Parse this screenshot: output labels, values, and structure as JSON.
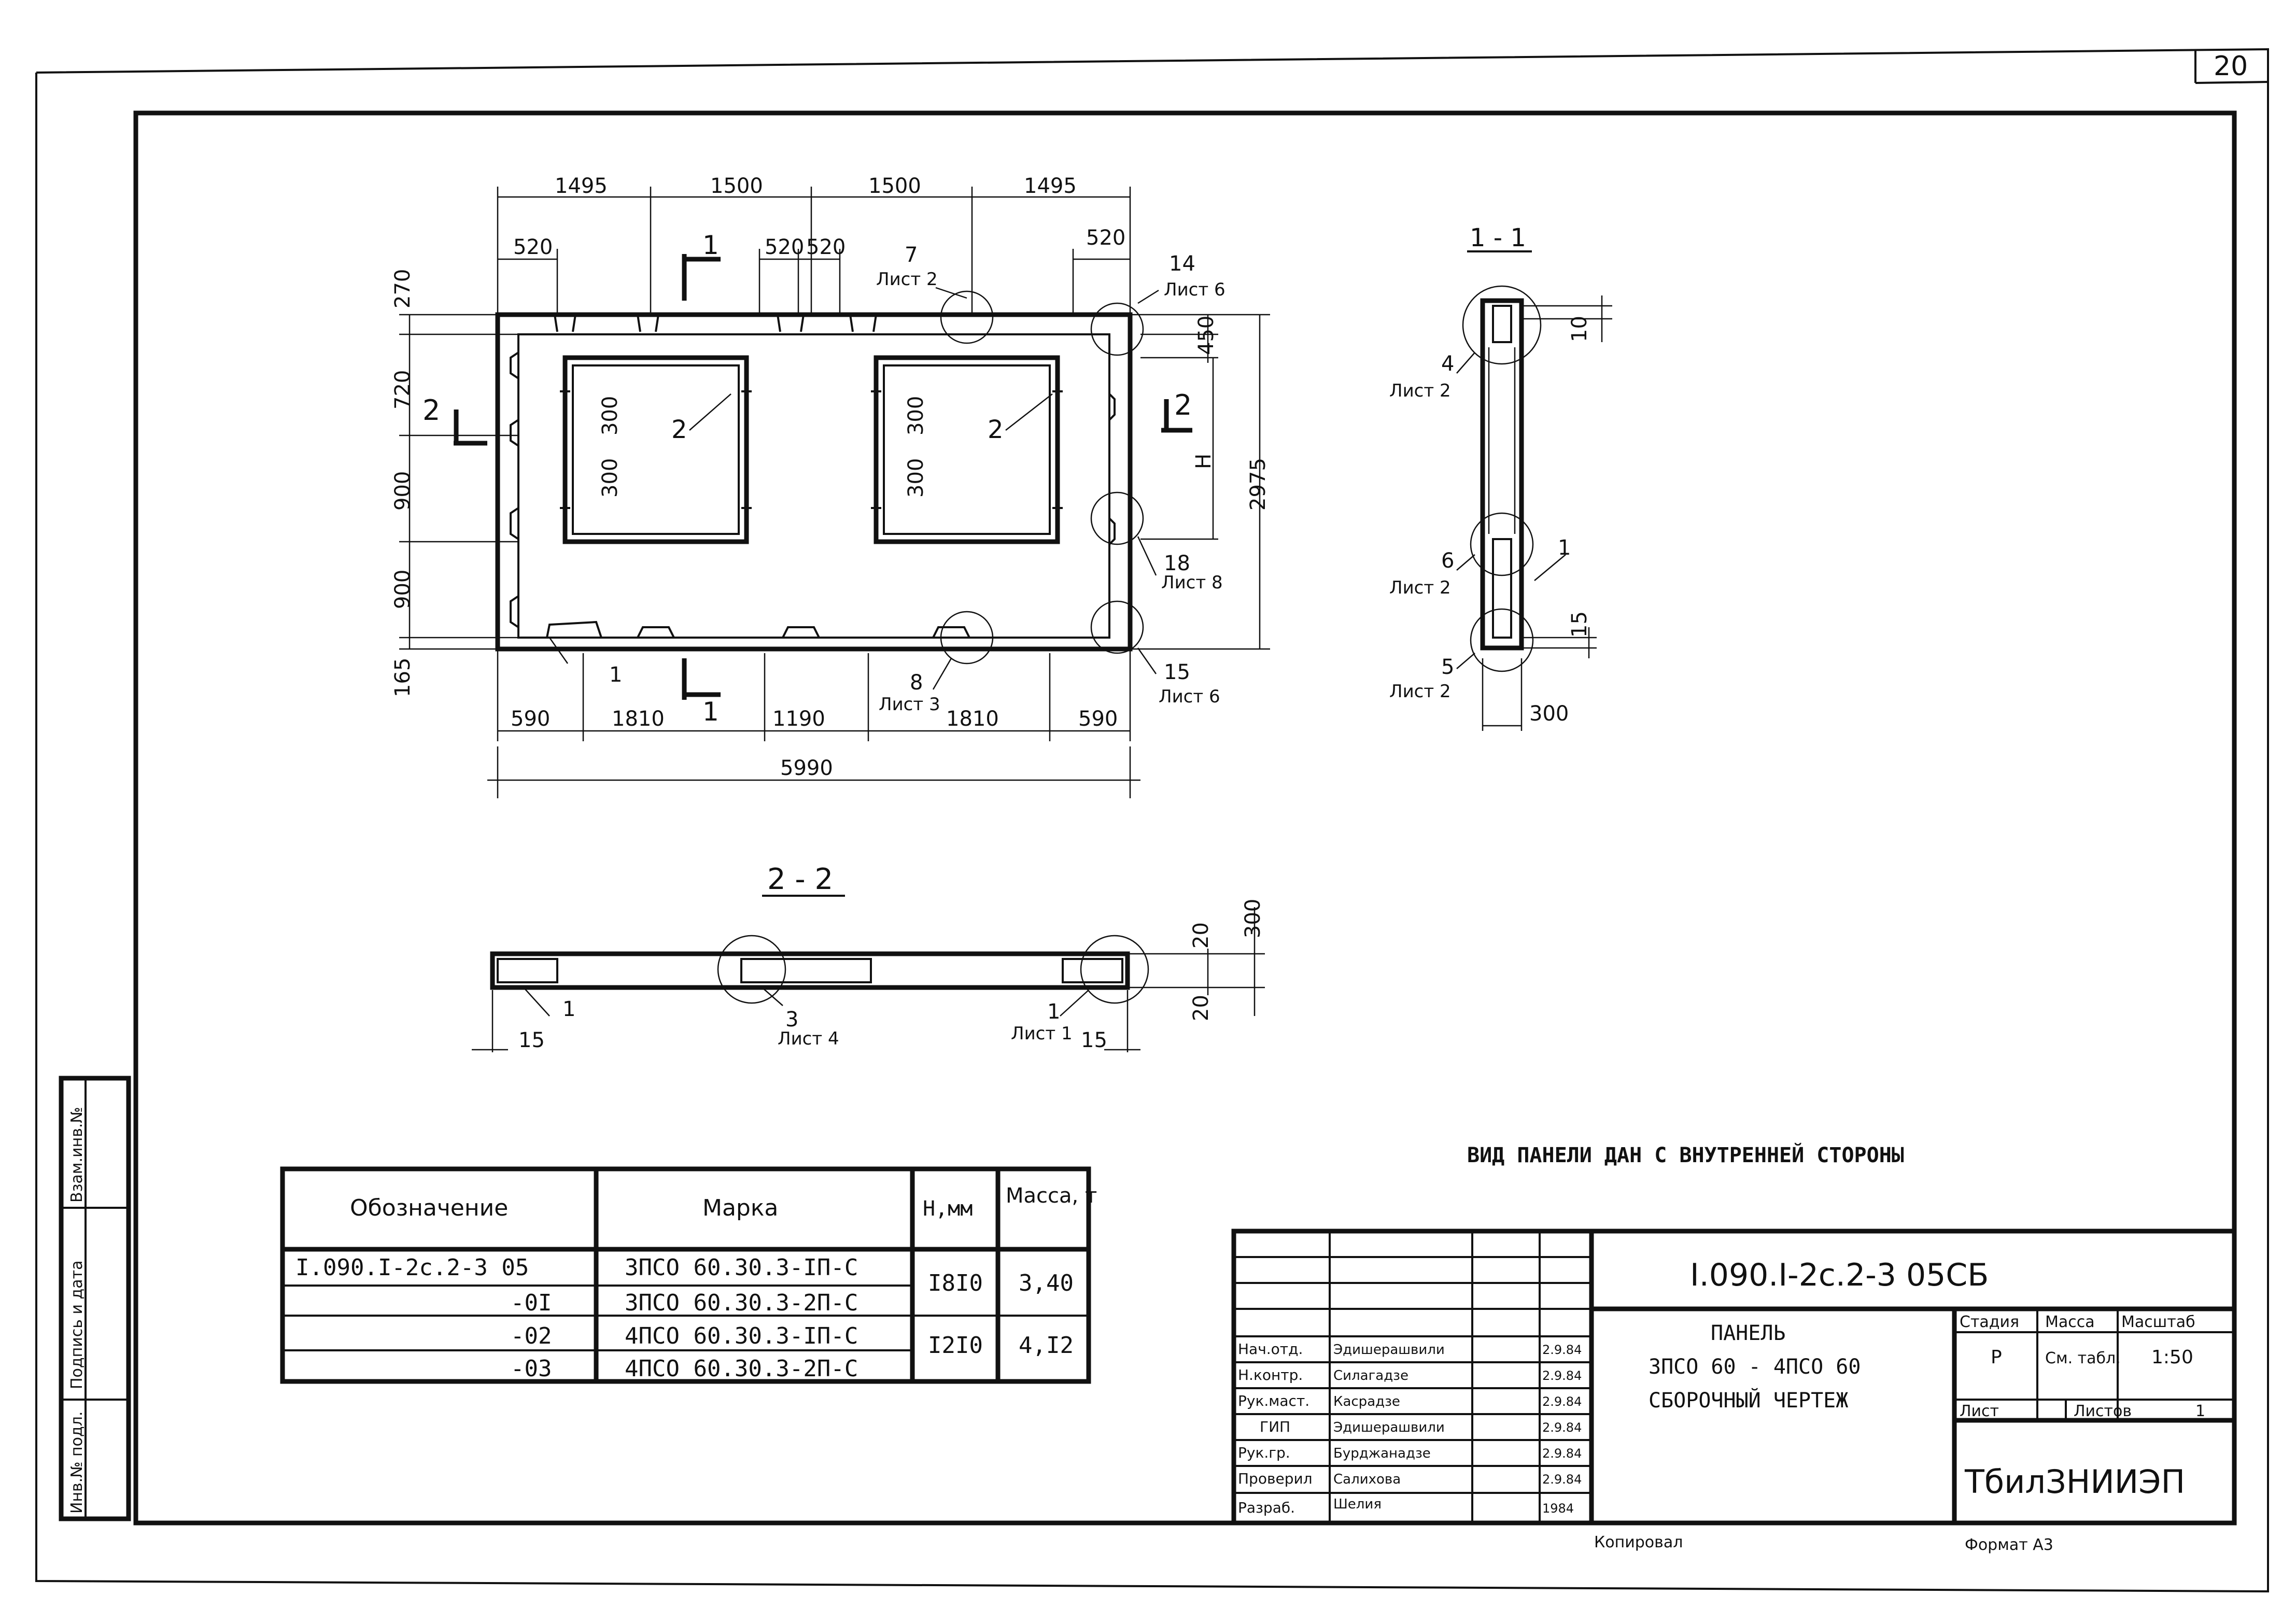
{
  "sheet_number": "20",
  "plan": {
    "dims_top_row1": [
      "1495",
      "1500",
      "1500",
      "1495"
    ],
    "dims_top_row2": [
      "520",
      "520",
      "520",
      "520"
    ],
    "dims_left": [
      "270",
      "720",
      "900",
      "900",
      "165"
    ],
    "dims_bottom_row1": [
      "590",
      "1810",
      "1190",
      "1810",
      "590"
    ],
    "dims_bottom_total": "5990",
    "dim_right_small": "450",
    "dim_right_H": "H",
    "dim_right_total": "2975",
    "opening_dims": [
      "300",
      "300",
      "300",
      "300"
    ],
    "section_marks": {
      "s1": "1",
      "s2": "2"
    },
    "labels": {
      "window_pos": "2",
      "pos1": "1",
      "call7_num": "7",
      "call7_sheet": "Лист 2",
      "call14_num": "14",
      "call14_sheet": "Лист 6",
      "call18_num": "18",
      "call18_sheet": "Лист 8",
      "call15_num": "15",
      "call15_sheet": "Лист 6",
      "call8_num": "8",
      "call8_sheet": "Лист 3"
    }
  },
  "section_1_1": {
    "title": "1 - 1",
    "c4_num": "4",
    "c4_sheet": "Лист 2",
    "c6_num": "6",
    "c6_sheet": "Лист 2",
    "c5_num": "5",
    "c5_sheet": "Лист 2",
    "pos1": "1",
    "dim_10": "10",
    "dim_15": "15",
    "dim_300": "300"
  },
  "section_2_2": {
    "title": "2 - 2",
    "dim_300": "300",
    "dim_20a": "20",
    "dim_20b": "20",
    "dim_15a": "15",
    "dim_15b": "15",
    "pos1a": "1",
    "c3_num": "3",
    "c3_sheet": "Лист 4",
    "c1_num": "1",
    "c1_sheet": "Лист 1"
  },
  "note": "ВИД ПАНЕЛИ ДАН С ВНУТРЕННЕЙ СТОРОНЫ",
  "spec_table": {
    "headers": [
      "Обозначение",
      "Марка",
      "Н,мм",
      "Масса, т"
    ],
    "rows": [
      {
        "designation": "I.090.I-2с.2-3 05",
        "mark": "3ПСО 60.30.3-IП-С"
      },
      {
        "designation": "-0I",
        "mark": "3ПСО 60.30.3-2П-С"
      },
      {
        "designation": "-02",
        "mark": "4ПСО 60.30.3-IП-С"
      },
      {
        "designation": "-03",
        "mark": "4ПСО 60.30.3-2П-С"
      }
    ],
    "groups": [
      {
        "h": "I8I0",
        "mass": "3,40"
      },
      {
        "h": "I2I0",
        "mass": "4,I2"
      }
    ]
  },
  "side_stamp": [
    "Инв.№ подл.",
    "Подпись и дата",
    "Взам.инв.№"
  ],
  "title_block": {
    "code": "I.090.I-2c.2-3 05СБ",
    "title_lines": [
      "ПАНЕЛЬ",
      "3ПСО 60 - 4ПСО 60",
      "СБОРОЧНЫЙ ЧЕРТЕЖ"
    ],
    "headers": {
      "stage": "Стадия",
      "mass": "Масса",
      "scale": "Масштаб"
    },
    "values": {
      "stage": "Р",
      "mass": "См. табл.",
      "scale": "1:50"
    },
    "sheet_label": "Лист",
    "sheets_label": "Листов",
    "sheets_value": "1",
    "org": "ТбилЗНИИЭП",
    "signatures": [
      {
        "role": "Нач.отд.",
        "name": "Эдишерашвили",
        "date": "2.9.84"
      },
      {
        "role": "Н.контр.",
        "name": "Силагадзе",
        "date": "2.9.84"
      },
      {
        "role": "Рук.маст.",
        "name": "Касрадзе",
        "date": "2.9.84"
      },
      {
        "role": "ГИП",
        "name": "Эдишерашвили",
        "date": "2.9.84"
      },
      {
        "role": "Рук.гр.",
        "name": "Бурджанадзе",
        "date": "2.9.84"
      },
      {
        "role": "Проверил",
        "name": "Салихова",
        "date": "2.9.84"
      },
      {
        "role": "Разраб.",
        "name": "Шелия",
        "date": "1984"
      }
    ]
  },
  "footer": {
    "copied": "Копировал",
    "format": "Формат А3"
  }
}
